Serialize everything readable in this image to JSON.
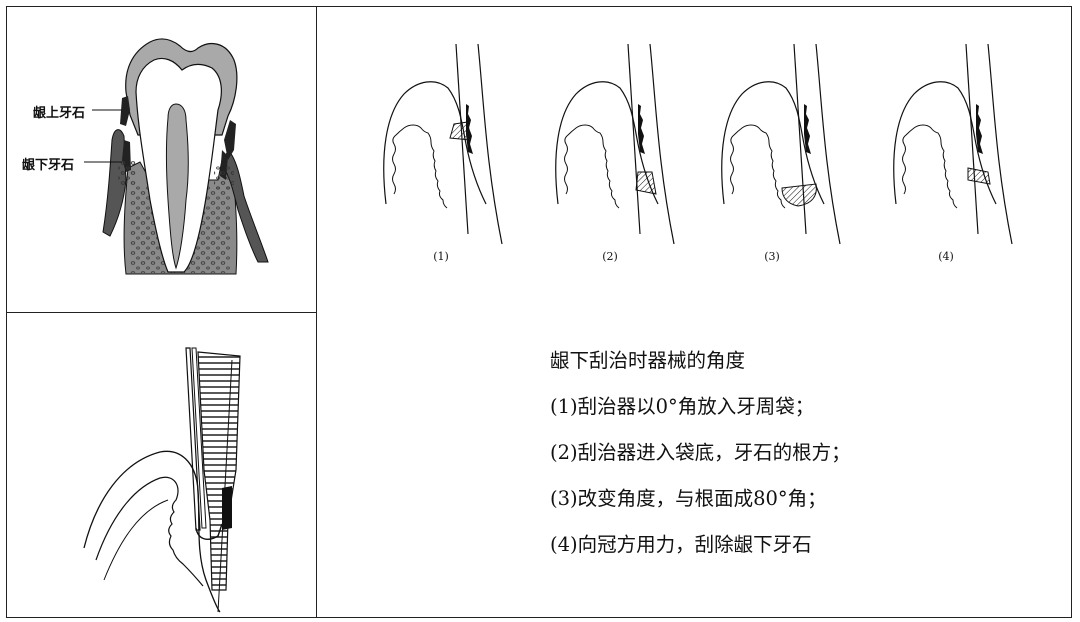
{
  "labels": {
    "supragingival": "龈上牙石",
    "subgingival": "龈下牙石"
  },
  "steps": [
    {
      "num": "(1)"
    },
    {
      "num": "(2)"
    },
    {
      "num": "(3)"
    },
    {
      "num": "(4)"
    }
  ],
  "caption": {
    "title": "龈下刮治时器械的角度",
    "lines": [
      "(1)刮治器以0°角放入牙周袋；",
      "(2)刮治器进入袋底，牙石的根方；",
      "(3)改变角度，与根面成80°角；",
      "(4)向冠方用力，刮除龈下牙石"
    ]
  }
}
